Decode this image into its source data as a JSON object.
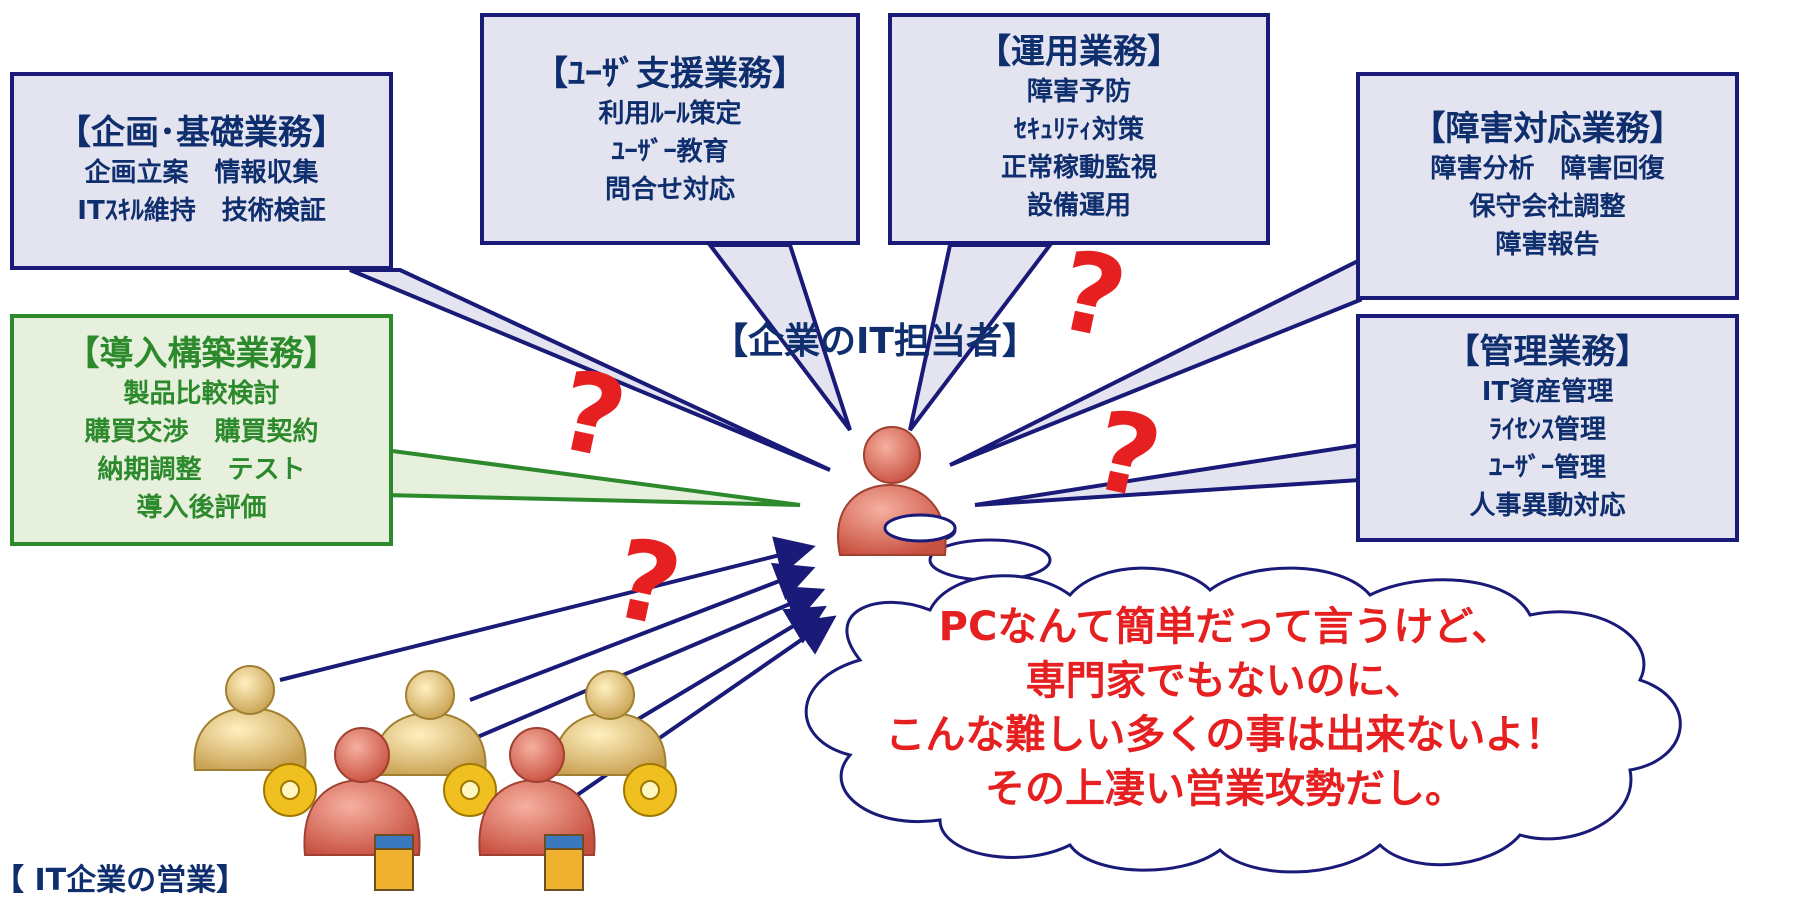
{
  "boxes": {
    "planning": {
      "title": "【企画･基礎業務】",
      "lines": [
        "企画立案　情報収集",
        "ITｽｷﾙ維持　技術検証"
      ]
    },
    "user_support": {
      "title": "【ﾕｰｻﾞ支援業務】",
      "lines": [
        "利用ﾙｰﾙ策定",
        "ﾕｰｻﾞｰ教育",
        "問合せ対応"
      ]
    },
    "operation": {
      "title": "【運用業務】",
      "lines": [
        "障害予防",
        "ｾｷｭﾘﾃｨ対策",
        "正常稼動監視",
        "設備運用"
      ]
    },
    "failure": {
      "title": "【障害対応業務】",
      "lines": [
        "障害分析　障害回復",
        "保守会社調整",
        "障害報告"
      ]
    },
    "introduction": {
      "title": "【導入構築業務】",
      "lines": [
        "製品比較検討",
        "購買交渉　購買契約",
        "納期調整　テスト",
        "導入後評価"
      ]
    },
    "management": {
      "title": "【管理業務】",
      "lines": [
        "IT資産管理",
        "ﾗｲｾﾝｽ管理",
        "ﾕｰｻﾞｰ管理",
        "人事異動対応"
      ]
    }
  },
  "center_label": "【企業のIT担当者】",
  "sales_label": "【 IT企業の営業】",
  "thought": [
    "PCなんて簡単だって言うけど、",
    "専門家でもないのに、",
    "こんな難しい多くの事は出来ないよ！",
    "その上凄い営業攻勢だし。"
  ],
  "question_mark": "?",
  "colors": {
    "navy": "#1a1a78",
    "box_fill": "#e4e4f0",
    "green": "#2c8a2c",
    "green_fill": "#e6f0dd",
    "red": "#e62020",
    "person_red": "#e07060",
    "person_tan": "#e8c878",
    "gear": "#f0c020"
  }
}
